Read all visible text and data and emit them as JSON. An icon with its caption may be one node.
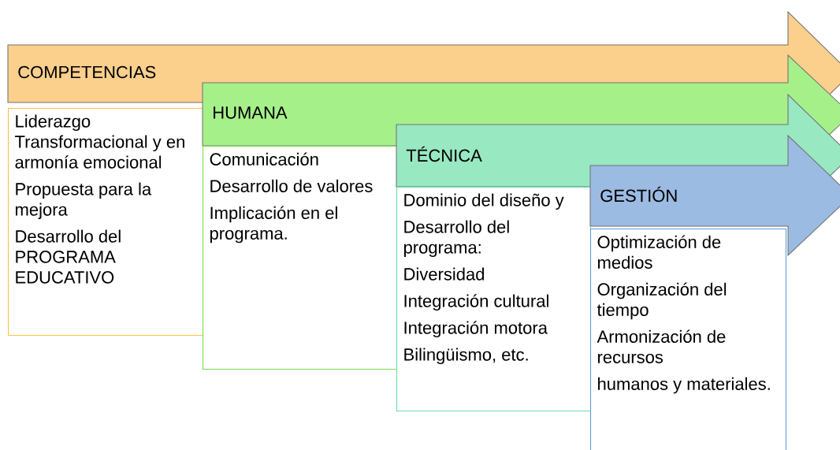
{
  "diagram": {
    "nodes": [
      {
        "text": [
          "COMPETENCIAS"
        ]
      },
      {
        "text": [
          "Liderazgo Transformacional y en armonía emocional",
          "Propuesta para la mejora",
          "Desarrollo del PROGRAMA EDUCATIVO"
        ]
      },
      {
        "text": [
          "HUMANA"
        ]
      },
      {
        "text": [
          "Comunicación",
          "Desarrollo de valores",
          "Implicación en el programa."
        ]
      },
      {
        "text": [
          "TÉCNICA"
        ]
      },
      {
        "text": [
          "Dominio del diseño y",
          "Desarrollo del programa:",
          "Diversidad",
          "Integración cultural",
          "Integración motora",
          "Bilingüismo, etc."
        ]
      },
      {
        "text": [
          "GESTIÓN"
        ]
      },
      {
        "text": [
          "Optimización de medios",
          "Organización del tiempo",
          "Armonización de recursos",
          "humanos y materiales."
        ]
      }
    ]
  }
}
